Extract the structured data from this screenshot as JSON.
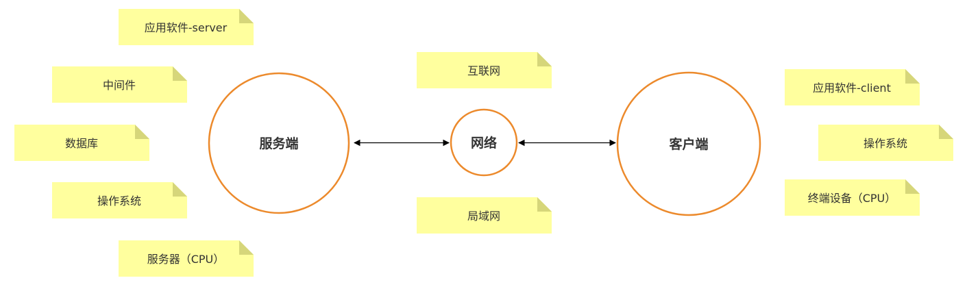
{
  "colors": {
    "note_fill": "#ffff9e",
    "note_fold": "#d6d67a",
    "circle_stroke": "#ec8a2c",
    "arrow": "#000000",
    "text": "#333333"
  },
  "server": {
    "label": "服务端",
    "notes": [
      "应用软件-server",
      "中间件",
      "数据库",
      "操作系统",
      "服务器（CPU）"
    ]
  },
  "network": {
    "label": "网络",
    "notes": [
      "互联网",
      "局域网"
    ]
  },
  "client": {
    "label": "客户端",
    "notes": [
      "应用软件-client",
      "操作系统",
      "终端设备（CPU）"
    ]
  }
}
